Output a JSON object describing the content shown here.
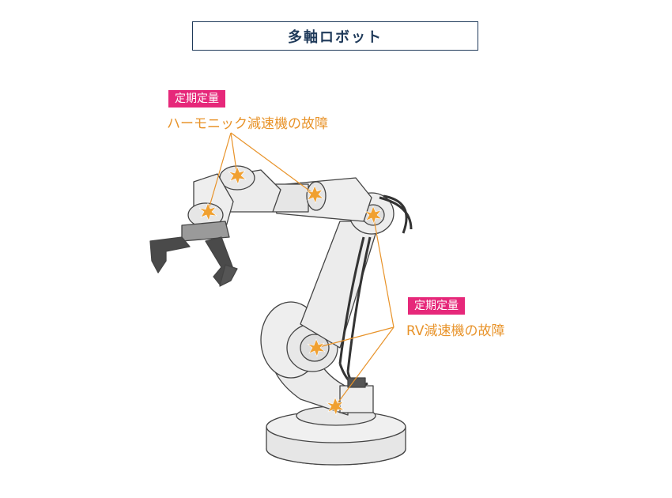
{
  "title": "多軸ロボット",
  "labels": [
    {
      "tag": "定期定量",
      "fault": "ハーモニック減速機の故障"
    },
    {
      "tag": "定期定量",
      "fault": "RV減速機の故障"
    }
  ],
  "colors": {
    "title": "#1f3a5a",
    "tag_bg": "#e6287a",
    "fault_text": "#e8932a",
    "leader_line": "#e8932a",
    "spark": "#f0a030"
  },
  "icons": [
    "spark-icon",
    "robot-arm-illustration"
  ]
}
